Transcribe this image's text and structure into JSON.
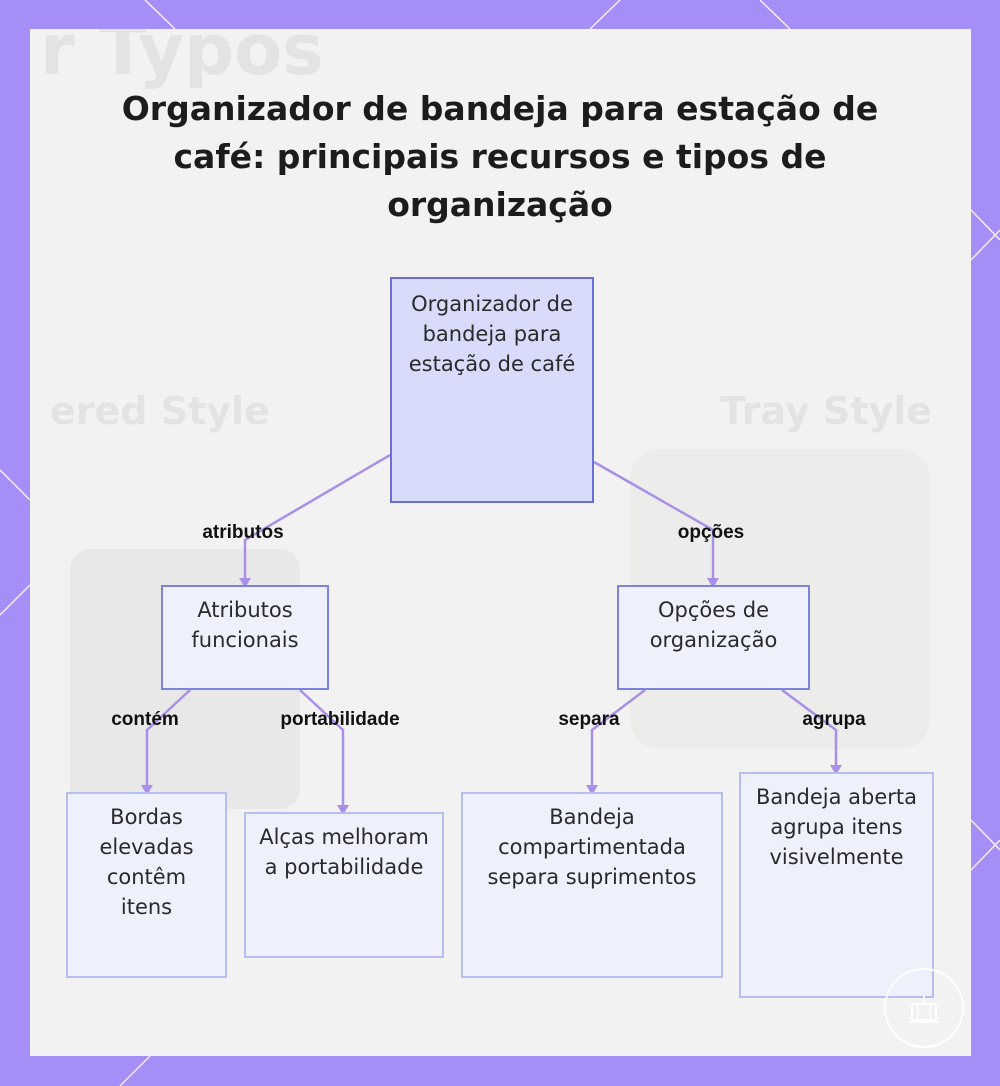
{
  "title": "Organizador de bandeja para estação de café: principais recursos e tipos de organização",
  "nodes": {
    "root": "Organizador de bandeja para estação de café",
    "attributes": "Atributos funcionais",
    "options": "Opções de organização",
    "raised_edges": "Bordas elevadas contêm itens",
    "handles": "Alças melhoram a portabilidade",
    "compartment_tray": "Bandeja compartimentada separa suprimentos",
    "open_tray": "Bandeja aberta agrupa itens visivelmente"
  },
  "edges": {
    "root_attributes": "atributos",
    "root_options": "opções",
    "attributes_raised": "contém",
    "attributes_handles": "portabilidade",
    "options_compartment": "separa",
    "options_open": "agrupa"
  },
  "colors": {
    "frame": "#a58ef5",
    "edge": "#a98fe8",
    "root_fill": "#d9dbfb",
    "node_fill": "#eef0fc"
  }
}
